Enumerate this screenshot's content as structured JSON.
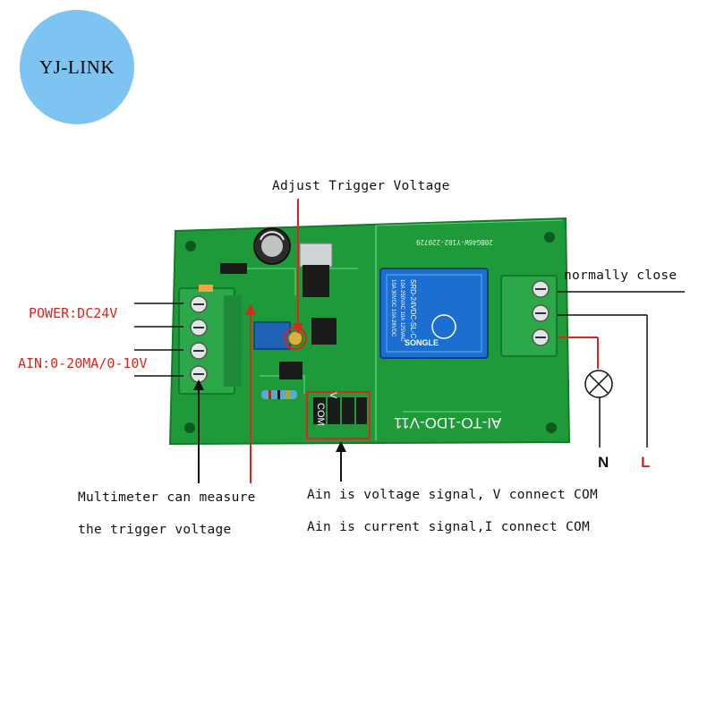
{
  "logo": {
    "text": "YJ-LINK",
    "color": "#7ec4f2"
  },
  "labels": {
    "adjust_trigger": "Adjust Trigger Voltage",
    "normally_close": "normally close",
    "power": "POWER:DC24V",
    "ain": "AIN:0-20MA/0-10V",
    "multimeter_line1": "Multimeter can measure",
    "multimeter_line2": "the trigger voltage",
    "ain_voltage": "Ain is voltage signal, V connect COM",
    "ain_current": "Ain is current signal,I connect COM",
    "neutral": "N",
    "live": "L"
  },
  "board": {
    "model": "AI-TO-1DO-V11",
    "pcb_code": "20BG46W-Y102-220729",
    "jumper_v": "V",
    "jumper_com": "COM",
    "relay_brand": "SONGLE",
    "relay_model": "SRD-24VDC-SL-C",
    "relay_rating1": "10A 250VAC  10A 125VAC",
    "relay_rating2": "10A 30VDC  10A 28VDC",
    "color": "#1f9a3a"
  },
  "colors": {
    "accent_red": "#e0231b"
  }
}
